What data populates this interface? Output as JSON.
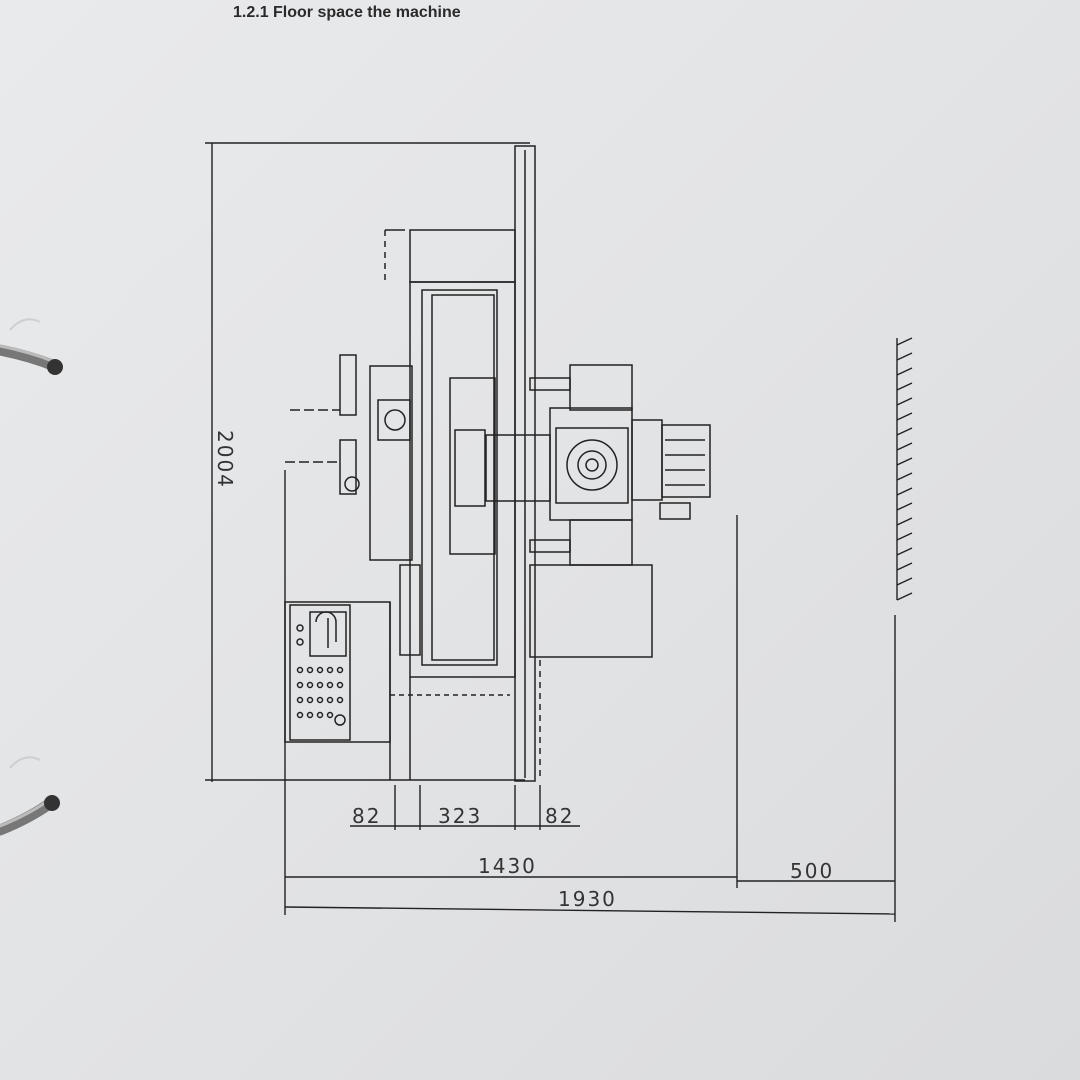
{
  "document": {
    "heading": "1.2.1 Floor space the machine"
  },
  "dimensions": {
    "height": "2004",
    "seg_left": "82",
    "seg_mid": "323",
    "seg_right": "82",
    "machine_width": "1430",
    "clearance": "500",
    "total_width": "1930"
  }
}
